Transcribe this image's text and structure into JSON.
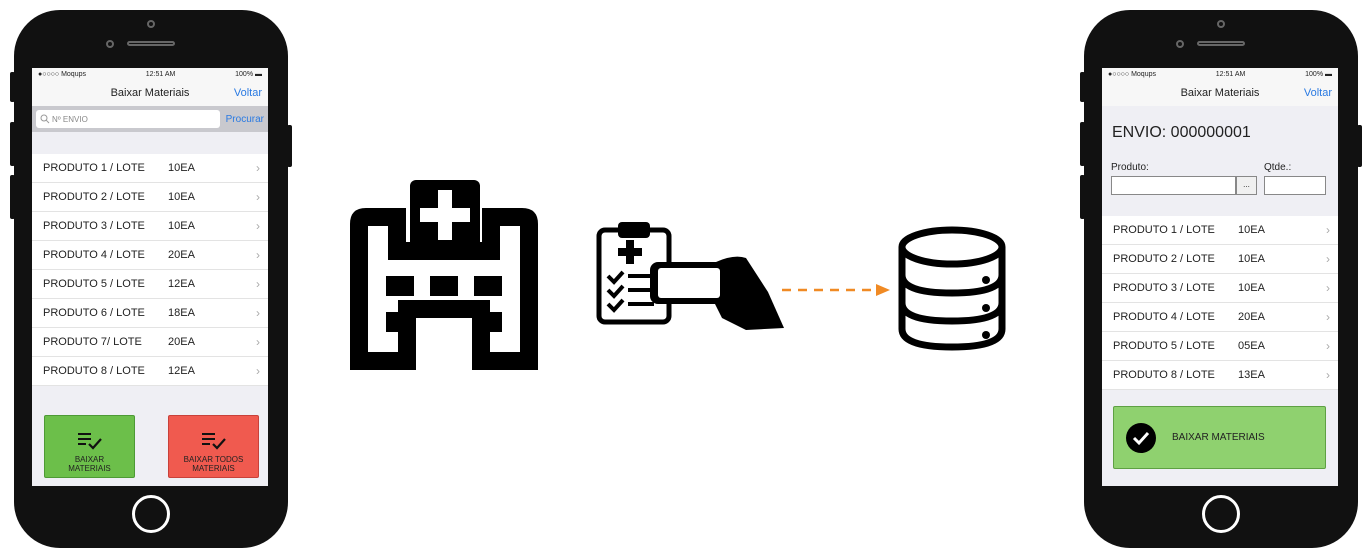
{
  "left_phone": {
    "status": {
      "carrier": "●○○○○ Moqups",
      "time": "12:51 AM",
      "battery": "100%"
    },
    "nav": {
      "title": "Baixar Materiais",
      "back": "Voltar"
    },
    "search": {
      "placeholder": "Nº ENVIO",
      "button": "Procurar"
    },
    "items": [
      {
        "product": "PRODUTO 1 / LOTE",
        "qty": "10EA"
      },
      {
        "product": "PRODUTO 2 / LOTE",
        "qty": "10EA"
      },
      {
        "product": "PRODUTO 3 / LOTE",
        "qty": "10EA"
      },
      {
        "product": "PRODUTO 4 / LOTE",
        "qty": "20EA"
      },
      {
        "product": "PRODUTO 5 / LOTE",
        "qty": "12EA"
      },
      {
        "product": "PRODUTO 6 / LOTE",
        "qty": "18EA"
      },
      {
        "product": "PRODUTO 7/ LOTE",
        "qty": "20EA"
      },
      {
        "product": "PRODUTO 8 / LOTE",
        "qty": "12EA"
      }
    ],
    "buttons": {
      "baixar_line1": "BAIXAR",
      "baixar_line2": "MATERIAIS",
      "todos_line1": "BAIXAR TODOS",
      "todos_line2": "MATERIAIS"
    }
  },
  "right_phone": {
    "status": {
      "carrier": "●○○○○ Moqups",
      "time": "12:51 AM",
      "battery": "100%"
    },
    "nav": {
      "title": "Baixar Materiais",
      "back": "Voltar"
    },
    "envio_title": "ENVIO: 000000001",
    "produto_label": "Produto:",
    "qtde_label": "Qtde.:",
    "browse_label": "...",
    "items": [
      {
        "product": "PRODUTO 1 / LOTE",
        "qty": "10EA"
      },
      {
        "product": "PRODUTO 2 / LOTE",
        "qty": "10EA"
      },
      {
        "product": "PRODUTO 3 / LOTE",
        "qty": "10EA"
      },
      {
        "product": "PRODUTO 4 / LOTE",
        "qty": "20EA"
      },
      {
        "product": "PRODUTO 5 / LOTE",
        "qty": "05EA"
      },
      {
        "product": "PRODUTO 8 / LOTE",
        "qty": "13EA"
      }
    ],
    "confirm_button": "BAIXAR MATERIAIS"
  },
  "colors": {
    "green": "#6cbf4a",
    "red": "#f05a4f",
    "light_green": "#8fd16f",
    "link": "#2a7ae2",
    "arrow": "#f08a24"
  },
  "icons": [
    "hospital-icon",
    "clipboard-scan-icon",
    "database-icon",
    "checklist-icon",
    "check-circle-icon",
    "search-icon"
  ]
}
